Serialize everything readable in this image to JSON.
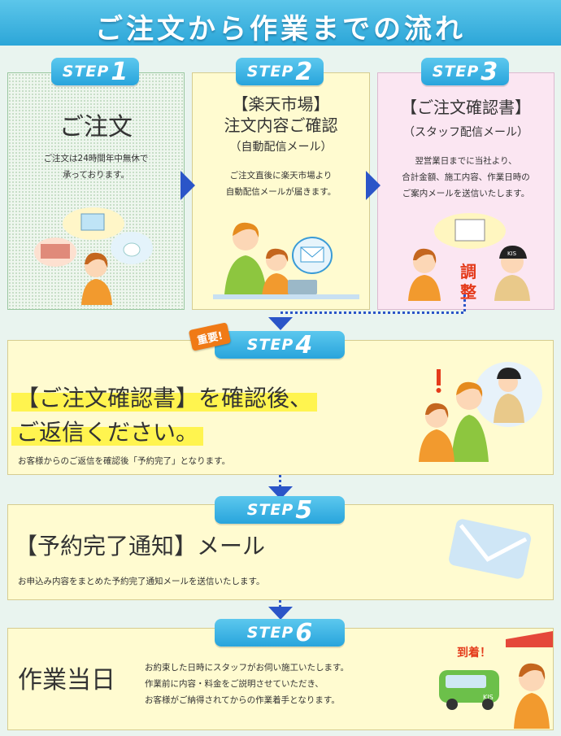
{
  "header": {
    "title": "ご注文から作業までの流れ"
  },
  "step_word": "STEP",
  "steps": [
    {
      "num": "1",
      "title": "ご注文",
      "desc": [
        "ご注文は24時間年中無休で",
        "承っております。"
      ]
    },
    {
      "num": "2",
      "title": [
        "【楽天市場】",
        "注文内容ご確認"
      ],
      "subtitle": "（自動配信メール）",
      "desc": [
        "ご注文直後に楽天市場より",
        "自動配信メールが届きます。"
      ]
    },
    {
      "num": "3",
      "title": "【ご注文確認書】",
      "subtitle": "（スタッフ配信メール）",
      "desc": [
        "翌営業日までに当社より、",
        "合計金額、施工内容、作業日時の",
        "ご案内メールを送信いたします。"
      ],
      "adjust_label": [
        "調",
        "整"
      ]
    },
    {
      "num": "4",
      "badge": "重要!",
      "title": [
        "【ご注文確認書】を確認後、",
        "ご返信ください。"
      ],
      "desc": "お客様からのご返信を確認後「予約完了」となります。",
      "cap_text": "KIS"
    },
    {
      "num": "5",
      "title": "【予約完了通知】メール",
      "desc": "お申込み内容をまとめた予約完了通知メールを送信いたします。"
    },
    {
      "num": "6",
      "title": "作業当日",
      "desc": [
        "お約束した日時にスタッフがお伺い施工いたします。",
        "作業前に内容・料金をご説明させていただき、",
        "お客様がご納得されてからの作業着手となります。"
      ],
      "arrival": "到着！",
      "van_text": "KIS"
    }
  ],
  "colors": {
    "header": "#2ca6d8",
    "pill": "#28a4dc",
    "arrow": "#2b55c8",
    "highlight": "#fff44f",
    "badge": "#f07a16"
  }
}
